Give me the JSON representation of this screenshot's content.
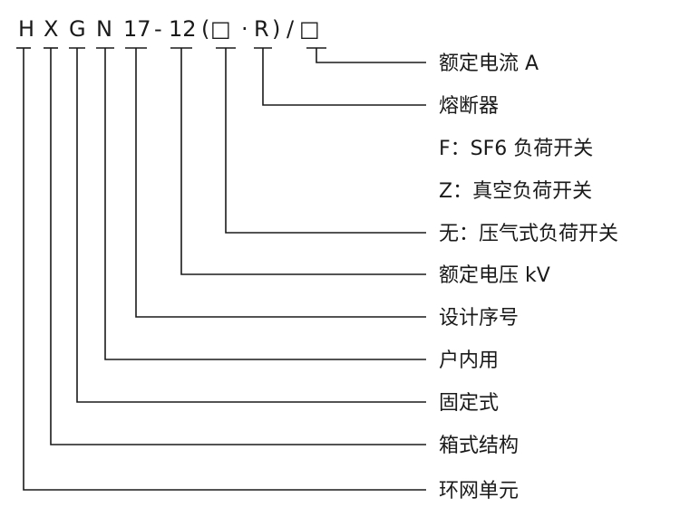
{
  "model_code": {
    "tokens": [
      "H",
      "X",
      "G",
      "N",
      "17",
      "-",
      "12",
      "(",
      "□",
      "·",
      "R",
      ")",
      "/",
      "□"
    ]
  },
  "legend": [
    {
      "code": "□",
      "description": "额定电流 A"
    },
    {
      "code": "R",
      "description": "熔断器"
    },
    {
      "code": "",
      "description": "F：SF6 负荷开关"
    },
    {
      "code": "",
      "description": "Z：真空负荷开关"
    },
    {
      "code": "□",
      "description": "无：压气式负荷开关"
    },
    {
      "code": "12",
      "description": "额定电压 kV"
    },
    {
      "code": "17",
      "description": "设计序号"
    },
    {
      "code": "N",
      "description": "户内用"
    },
    {
      "code": "G",
      "description": "固定式"
    },
    {
      "code": "X",
      "description": "箱式结构"
    },
    {
      "code": "H",
      "description": "环网单元"
    }
  ]
}
